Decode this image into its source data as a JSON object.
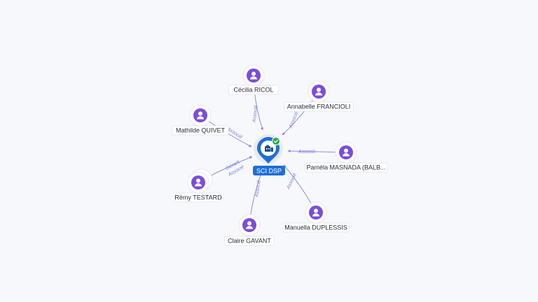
{
  "center": {
    "name": "SCI DSP",
    "icon": "building-icon",
    "badge_icon": "check-icon",
    "colors": {
      "pin": "#1f6fd6",
      "badge": "#2eaa4a"
    }
  },
  "people": [
    {
      "id": "cecilia-ricol",
      "name": "Cécilia RICOL",
      "relations": [
        "Associé"
      ]
    },
    {
      "id": "annabelle-francioli",
      "name": "Annabelle FRANCIOLI",
      "relations": [
        "Associé"
      ]
    },
    {
      "id": "mathilde-quivet",
      "name": "Mathilde QUIVET",
      "relations": [
        "Associé"
      ]
    },
    {
      "id": "pamela-masnada",
      "name": "Paméla MASNADA (BALB...",
      "relations": [
        "Associé"
      ]
    },
    {
      "id": "remy-testard",
      "name": "Rémy TESTARD",
      "relations": [
        "Gérant",
        "Associé"
      ]
    },
    {
      "id": "manuella-duplessis",
      "name": "Manuella DUPLESSIS",
      "relations": [
        "Associé"
      ]
    },
    {
      "id": "claire-gavant",
      "name": "Claire GAVANT",
      "relations": [
        "Associé"
      ]
    }
  ],
  "colors": {
    "person_node": "#7b4ddb",
    "edge": "#8a8fd8",
    "edge_label": "#7b7fd6"
  }
}
